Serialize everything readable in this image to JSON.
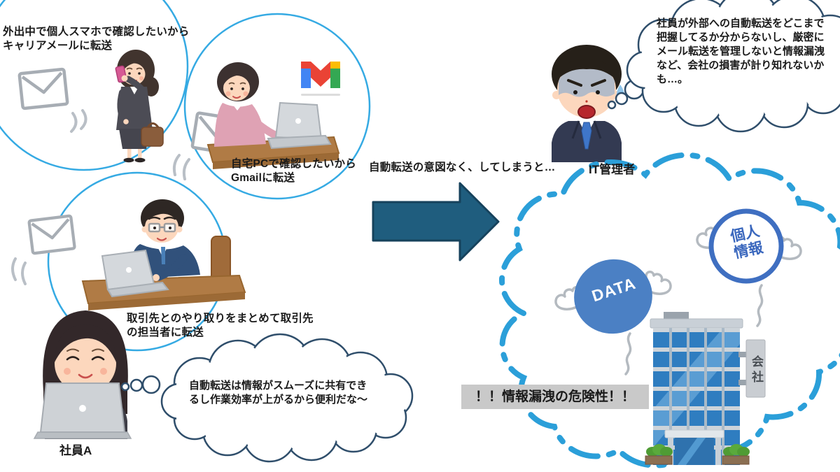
{
  "bubbles": {
    "phone": {
      "caption": "外出中で個人スマホで確認したいから\nキャリアメールに転送"
    },
    "gmail": {
      "caption": "自宅PCで確認したいから\nGmailに転送"
    },
    "client": {
      "caption": "取引先とのやり取りをまとめて取引先\nの担当者に転送"
    }
  },
  "employee_a": {
    "label": "社員A",
    "thought": "自動転送は情報がスムーズに共有でき\nるし作業効率が上がるから便利だな〜"
  },
  "transition": {
    "caption": "自動転送の意図なく、してしまうと…"
  },
  "it_manager": {
    "label": "IT管理者",
    "thought": "社員が外部への自動転送をどこまで\n把握してるか分からないし、厳密に\nメール転送を管理しないと情報漏洩\nなど、会社の損害が計り知れないか\nも…。"
  },
  "leak": {
    "warning": "！！情報漏洩の危険性！！",
    "data_balloon_label": "DATA",
    "personal_info_label": "個人\n情報",
    "company_sign": "会社"
  },
  "icons": {
    "gmail_logo": "gmail-logo-icon",
    "envelope": "envelope-icon",
    "wing": "wing-icon"
  },
  "colors": {
    "bubble_outline": "#35aae3",
    "thought_outline": "#2f4e6b",
    "dashed_cloud": "#2b9fd9",
    "arrow_fill": "#1f5d7e",
    "arrow_stroke": "#16425c",
    "data_balloon_fill": "#4b80c4",
    "personal_info_blue": "#3f6fc1",
    "warning_bg": "#c9c9c9",
    "gmail_red": "#ea4335",
    "gmail_blue": "#4285f4",
    "gmail_green": "#34a853",
    "gmail_yellow": "#fbbc04"
  }
}
